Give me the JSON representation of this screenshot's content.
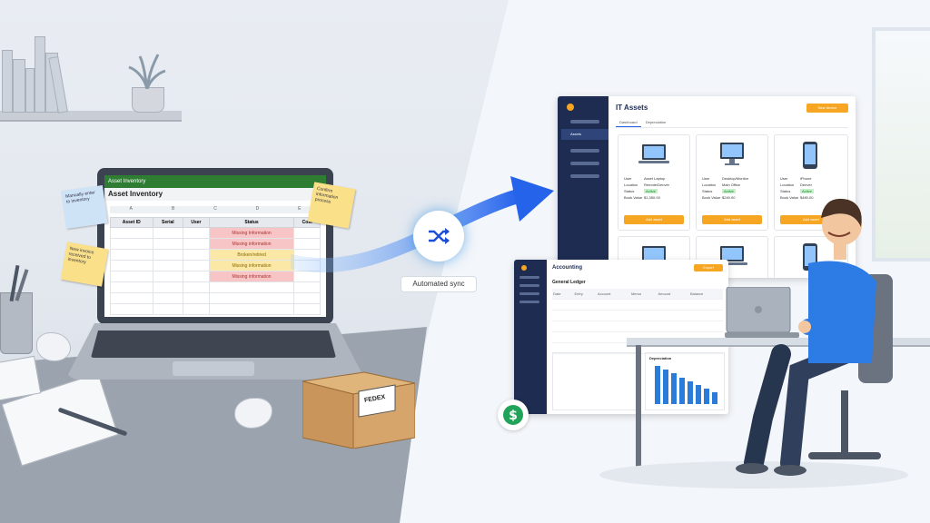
{
  "left_scene": {
    "spreadsheet": {
      "window_title": "Asset Inventory",
      "sheet_title": "Asset Inventory",
      "column_letters": [
        "A",
        "B",
        "C",
        "D",
        "E"
      ],
      "headers": [
        "Asset ID",
        "Serial",
        "User",
        "Status",
        "Cost"
      ],
      "status_cells": [
        "Missing Information",
        "Missing information",
        "Broken/retired",
        "Missing information",
        "Missing information"
      ]
    },
    "sticky_notes": [
      "Manually enter to inventory",
      "Confirm information process",
      "New invoice received to inventory"
    ],
    "package_label": "FEDEX"
  },
  "sync": {
    "label": "Automated sync",
    "icon": "shuffle-icon",
    "color": "#3b82f6"
  },
  "it_assets": {
    "title": "IT Assets",
    "header_button": "New device",
    "tabs": [
      "Dashboard",
      "Depreciation"
    ],
    "sidebar_active": "Assets",
    "cards": [
      {
        "device": "laptop-icon",
        "button": "Add asset",
        "fields": [
          "User",
          "Location",
          "Status",
          "Book Value"
        ],
        "values": [
          "Asset Laptop",
          "Remote/Denver",
          "Active",
          "$1,350.00"
        ]
      },
      {
        "device": "monitor-icon",
        "button": "Add asset",
        "fields": [
          "User",
          "Location",
          "Status",
          "Book Value"
        ],
        "values": [
          "Desktop/Monitor",
          "Main Office",
          "Active",
          "$240.00"
        ]
      },
      {
        "device": "phone-icon",
        "button": "Add asset",
        "fields": [
          "User",
          "Location",
          "Status",
          "Book Value"
        ],
        "values": [
          "iPhone",
          "Denver",
          "Active",
          "$480.00"
        ]
      }
    ],
    "accent": "#f6a623",
    "sidebar_color": "#1e2c52"
  },
  "accounting": {
    "title": "Accounting",
    "header_button": "Export",
    "subtitle": "General Ledger",
    "ledger_headers": [
      "Date",
      "Entry",
      "Account",
      "Memo",
      "Amount",
      "Balance"
    ],
    "depreciation_title": "Depreciation",
    "depreciation_values": [
      10,
      9,
      8,
      7,
      6,
      5,
      4,
      3
    ],
    "badge_icon": "dollar-icon"
  }
}
